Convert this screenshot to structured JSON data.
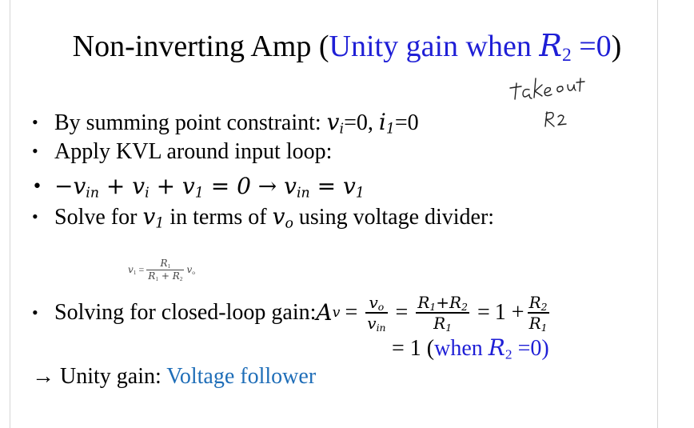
{
  "title": {
    "main": "Non-inverting Amp (",
    "blue_part": "Unity gain when ",
    "var": "R",
    "sub": "2",
    "tail": " =0",
    "close": ")"
  },
  "bullets": {
    "b1_text": "By summing point constraint: ",
    "b1_v": "v",
    "b1_vsub": "i",
    "b1_eq1": "=0, ",
    "b1_i": "i",
    "b1_isub": "1",
    "b1_eq2": "=0",
    "b2_text": "Apply KVL around input loop:",
    "b3_eq": "−v",
    "b3_eq_sub1": "in",
    "b3_plus1": " + v",
    "b3_sub2": "i",
    "b3_plus2": " + v",
    "b3_sub3": "1",
    "b3_eq0": " = 0  → v",
    "b3_sub4": "in",
    "b3_eq_end": " = v",
    "b3_sub5": "1",
    "b4_text1": "Solve for ",
    "b4_v1": "v",
    "b4_v1sub": "1",
    "b4_text2": " in terms of ",
    "b4_vo": "v",
    "b4_vosub": "o",
    "b4_text3": " using voltage divider:"
  },
  "divider_eq": {
    "lhs": "v",
    "lhs_sub": "1",
    "equals": "=",
    "num": "R",
    "num_sub": "1",
    "den": "R",
    "den_sub1": "1",
    "den_plus": " + R",
    "den_sub2": "2",
    "rhs": "v",
    "rhs_sub": "o"
  },
  "gain": {
    "text": "Solving for closed-loop gain: ",
    "Av": "A",
    "Av_sub": "v",
    "eq": "=",
    "f1_num": "v",
    "f1_num_sub": "o",
    "f1_den": "v",
    "f1_den_sub": "in",
    "f2_num_a": "R",
    "f2_num_a_sub": "1",
    "f2_num_plus": "+R",
    "f2_num_b_sub": "2",
    "f2_den": "R",
    "f2_den_sub": "1",
    "one_plus": "1 +",
    "f3_num": "R",
    "f3_num_sub": "2",
    "f3_den": "R",
    "f3_den_sub": "1"
  },
  "unity": {
    "prefix": "= 1 (",
    "blue_when": "when ",
    "var": "R",
    "sub": "2",
    "tail": " =0)"
  },
  "conclusion": {
    "arrow": "→",
    "text": " Unity gain: ",
    "link": "Voltage follower"
  },
  "handwritten_note": "take out R2",
  "colors": {
    "blue": "#1f1fd6",
    "link": "#1f6eb8"
  }
}
